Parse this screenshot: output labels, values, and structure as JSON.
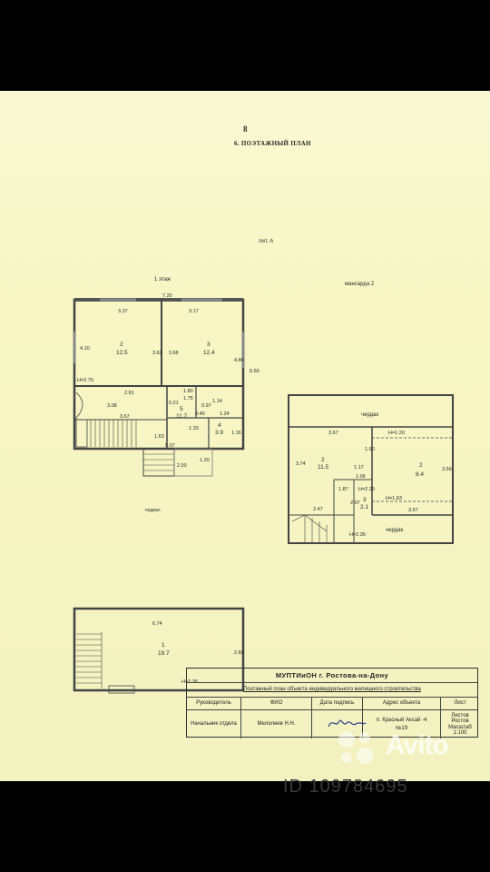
{
  "page": {
    "number": "8",
    "title": "6. ПОЭТАЖНЫЙ ПЛАН",
    "lit": "лит. А"
  },
  "floor1": {
    "label": "1 этаж",
    "dims": {
      "top": "7.20",
      "left_w": "3.37",
      "right_w": "3.17",
      "left_h": "4.10",
      "mid1": "3.62",
      "mid2": "3.66",
      "right_h": "4.86",
      "outer_h": "6.50",
      "h": "H=2.75",
      "w281": "2.81",
      "w308": "3.08",
      "w367": "3.67",
      "w180": "1.80",
      "w175": "1.75",
      "w021": "0.21",
      "w097": "0.97",
      "w114": "1.14",
      "w045": "0.45",
      "w124": "1.24",
      "w133": "1.33",
      "w507": "5.07",
      "w163": "1.63",
      "w116": "1.16",
      "w250": "2.50",
      "w120": "1.20"
    },
    "rooms": [
      {
        "num": "2",
        "area": "12.5"
      },
      {
        "num": "3",
        "area": "12.4"
      },
      {
        "num": "5",
        "area": "11.7"
      },
      {
        "num": "4",
        "area": "3.9"
      }
    ]
  },
  "mansard": {
    "label": "мансарда 2",
    "attic_top": "чердак",
    "attic_bottom": "чердак",
    "dims": {
      "w367": "3.67",
      "h120": "H=1.20",
      "h374": "3.74",
      "h190": "1.90",
      "h359": "3.59",
      "w117": "1.17",
      "w106": "1.06",
      "h225": "H=2.25",
      "h163": "H=1.63",
      "w187": "1.87",
      "w247": "2.47",
      "w207": "2.07",
      "w367b": "3.67",
      "h236": "H=2.36"
    },
    "rooms": [
      {
        "num": "2",
        "area": "11.5"
      },
      {
        "num": "2",
        "area": "8.4"
      },
      {
        "num": "3",
        "area": "2.1"
      }
    ]
  },
  "basement": {
    "label": "подвал",
    "dims": {
      "w674": "6.74",
      "h283": "2.83",
      "h236": "H=2.36"
    },
    "room": {
      "num": "1",
      "area": "19.7"
    }
  },
  "stamp": {
    "org": "МУПТИиОН г. Ростова-на-Дону",
    "desc": "Поэтажный план объекта индивидуального жилищного строительства",
    "col_head": "Руководитель",
    "col_fio": "ФИО",
    "col_date": "Дата подпись",
    "col_addr": "Адрес объекта",
    "col_sheet": "Лист",
    "chief": "Начальник отдела",
    "chief_name": "Мелолеев Н.Н.",
    "addr_line": "п. Красный Аксай -4",
    "addr_no": "№19",
    "sheets": "Листов",
    "city": "Ростов",
    "scale_label": "Масштаб",
    "scale": "1:100"
  },
  "watermark": {
    "brand": "Avito",
    "id_text": "ID 109784695"
  }
}
